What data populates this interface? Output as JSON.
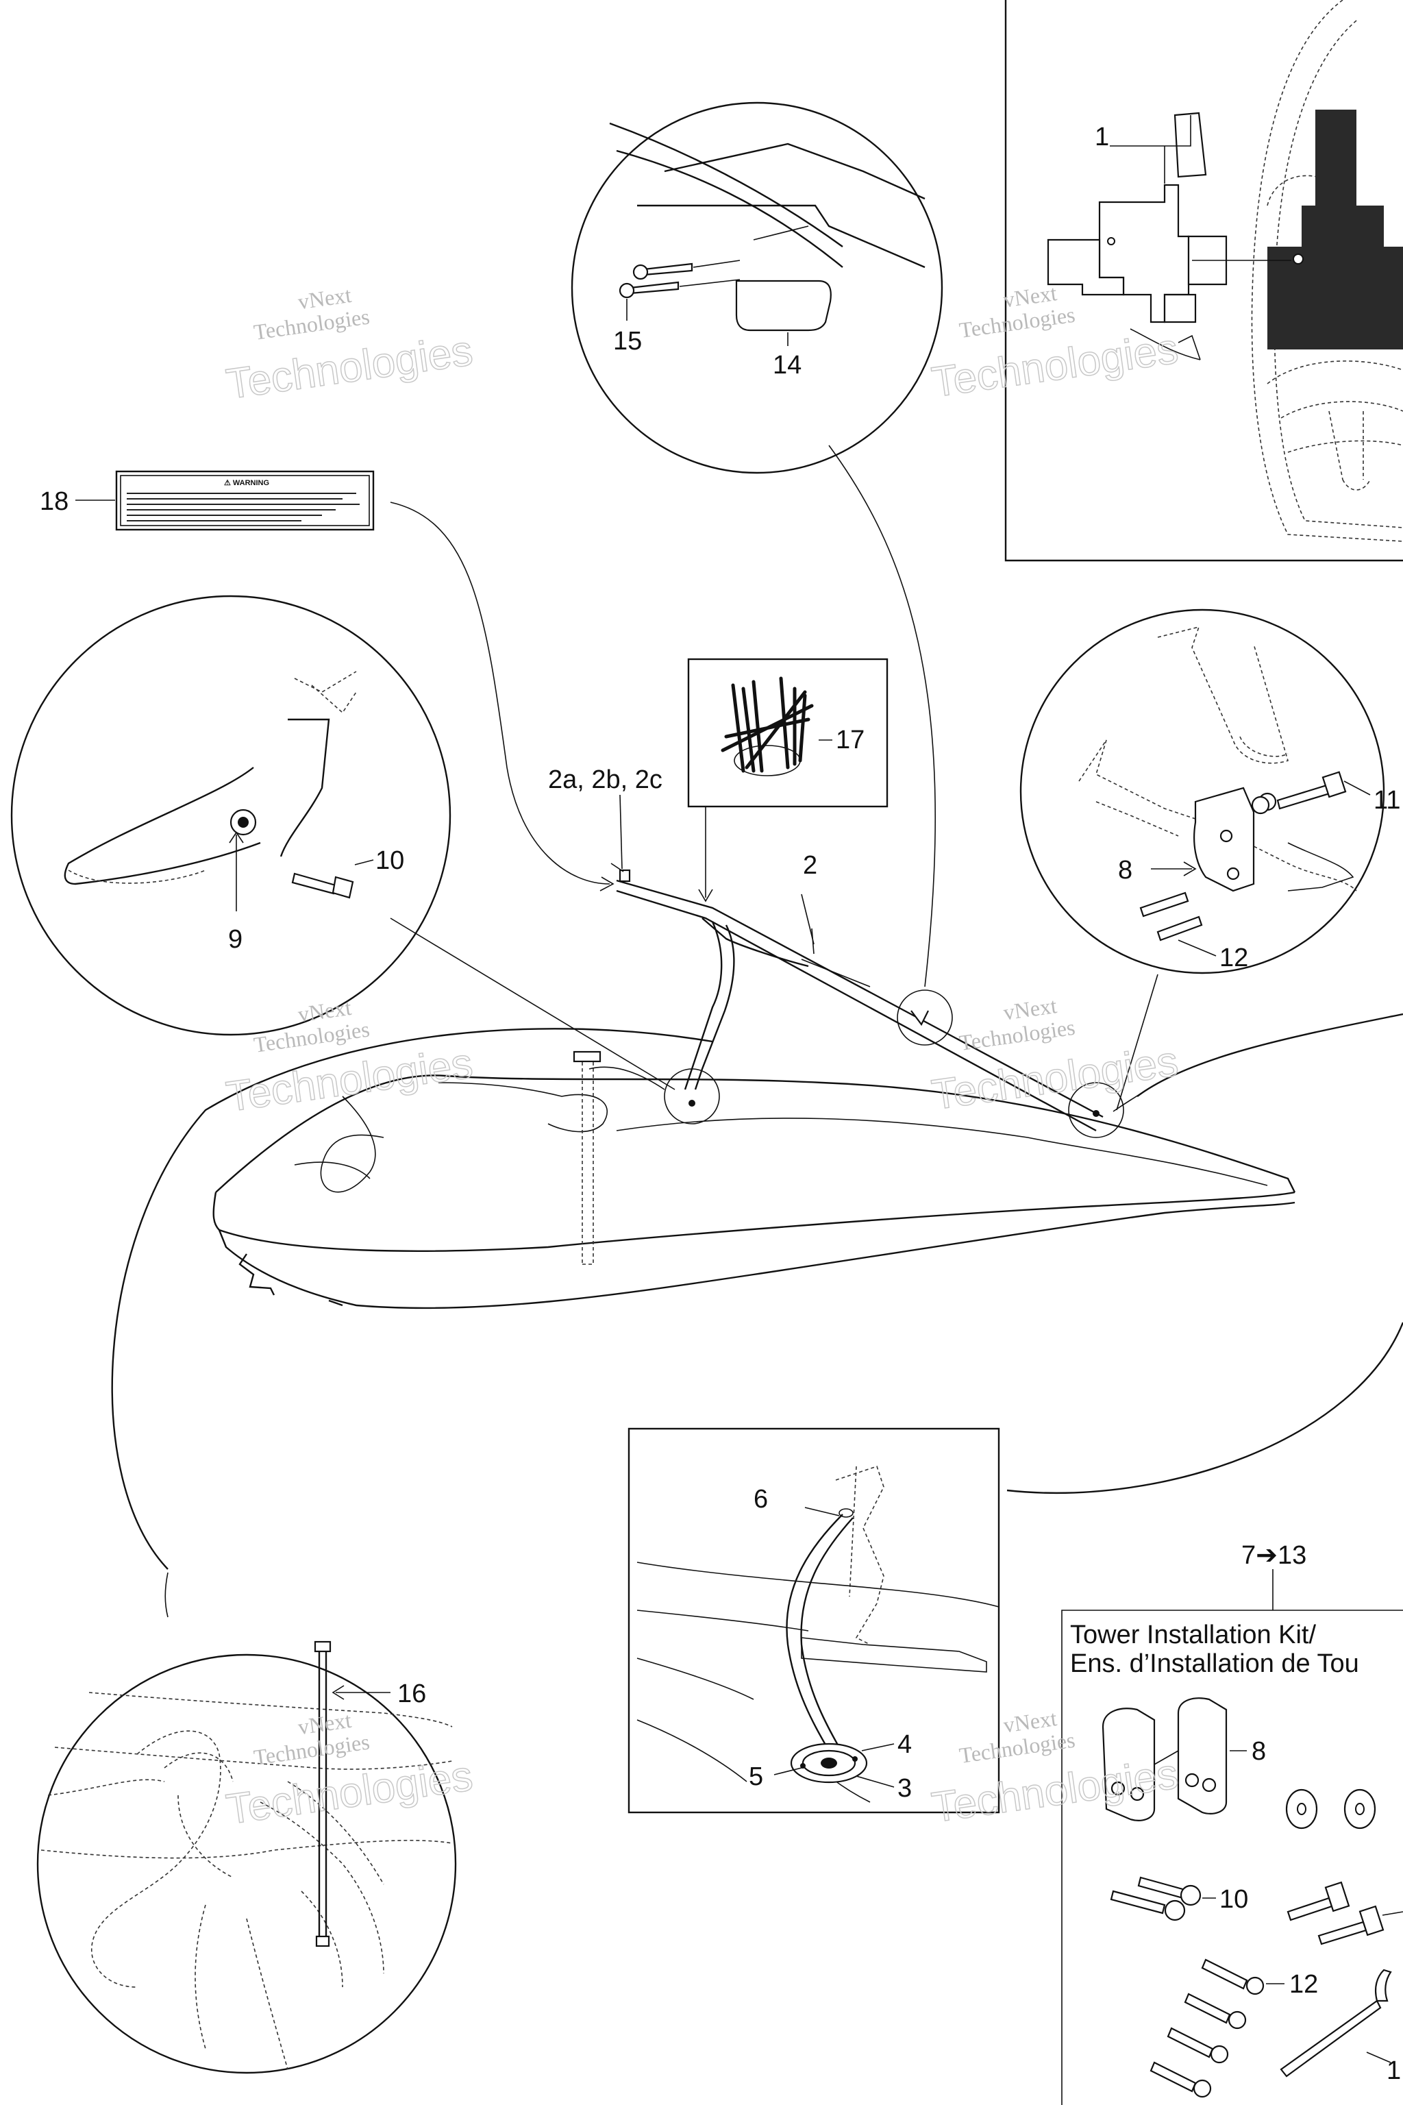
{
  "callouts": {
    "c1": "1",
    "c2": "2",
    "c2abc": "2a, 2b, 2c",
    "c3": "3",
    "c4": "4",
    "c5": "5",
    "c6": "6",
    "c7_13": "7➔13",
    "c8_detail": "8",
    "c8_kit": "8",
    "c9": "9",
    "c10_detail": "10",
    "c10_kit": "10",
    "c11": "11",
    "c12_detail": "12",
    "c12_kit": "12",
    "c14": "14",
    "c15": "15",
    "c16": "16",
    "c17": "17",
    "c18": "18",
    "c_partial": "1"
  },
  "kit": {
    "title_line1": "Tower Installation Kit/",
    "title_line2": "Ens. d’Installation de Tou"
  },
  "warning_label": {
    "heading": "⚠ WARNING"
  },
  "watermark": {
    "line1": "vNext",
    "line2": "Technologies",
    "big": "Technologies"
  }
}
